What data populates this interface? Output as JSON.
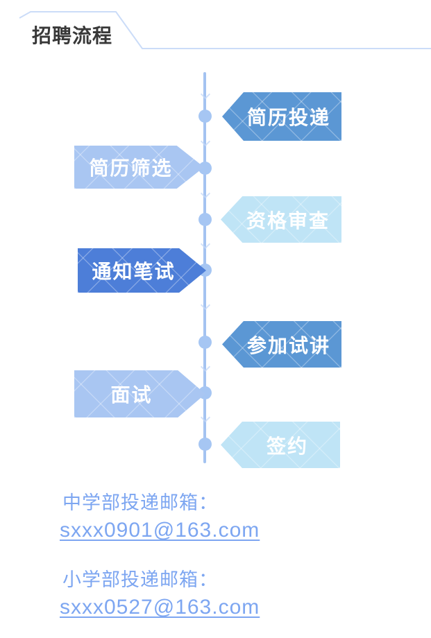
{
  "header": {
    "title": "招聘流程",
    "title_color": "#383838",
    "line_color": "#cbdcf8"
  },
  "timeline": {
    "line_color": "#a4c3f1",
    "dot_color": "#a6c6f3"
  },
  "steps": [
    {
      "label": "简历投递",
      "side": "right",
      "color": "#5b97d4"
    },
    {
      "label": "简历筛选",
      "side": "left",
      "color": "#a9c6f2"
    },
    {
      "label": "资格审查",
      "side": "right",
      "color": "#bfe4f6"
    },
    {
      "label": "通知笔试",
      "side": "left",
      "color": "#4d7ed8"
    },
    {
      "label": "参加试讲",
      "side": "right",
      "color": "#5b97d4"
    },
    {
      "label": "面试",
      "side": "left",
      "color": "#a9c6f2"
    },
    {
      "label": "签约",
      "side": "right",
      "color": "#bfe4f6"
    }
  ],
  "contact": {
    "text_color": "#7da6f1",
    "middle_school_label": "中学部投递邮箱：",
    "middle_school_email": "sxxx0901@163.com",
    "primary_school_label": "小学部投递邮箱：",
    "primary_school_email": "sxxx0527@163.com"
  }
}
